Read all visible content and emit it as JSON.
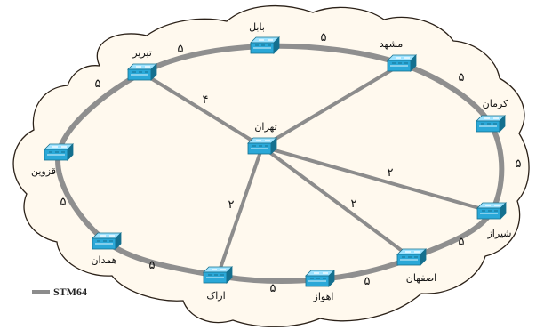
{
  "nodes": [
    {
      "id": "babol",
      "label": "بابل"
    },
    {
      "id": "tabriz",
      "label": "تبریز"
    },
    {
      "id": "mashhad",
      "label": "مشهد"
    },
    {
      "id": "kerman",
      "label": "کرمان"
    },
    {
      "id": "tehran",
      "label": "تهران"
    },
    {
      "id": "qazvin",
      "label": "قزوین"
    },
    {
      "id": "shiraz",
      "label": "شیراز"
    },
    {
      "id": "hamedan",
      "label": "همدان"
    },
    {
      "id": "isfahan",
      "label": "اصفهان"
    },
    {
      "id": "ahvaz",
      "label": "اهواز"
    },
    {
      "id": "arak",
      "label": "اراک"
    }
  ],
  "ring_links": [
    {
      "from": "tabriz",
      "to": "babol",
      "label": "۵"
    },
    {
      "from": "babol",
      "to": "mashhad",
      "label": "۵"
    },
    {
      "from": "mashhad",
      "to": "kerman",
      "label": "۵"
    },
    {
      "from": "kerman",
      "to": "shiraz",
      "label": "۵"
    },
    {
      "from": "shiraz",
      "to": "isfahan",
      "label": "۵"
    },
    {
      "from": "isfahan",
      "to": "ahvaz",
      "label": "۵"
    },
    {
      "from": "ahvaz",
      "to": "arak",
      "label": "۵"
    },
    {
      "from": "arak",
      "to": "hamedan",
      "label": "۵"
    },
    {
      "from": "hamedan",
      "to": "qazvin",
      "label": "۵"
    },
    {
      "from": "qazvin",
      "to": "tabriz",
      "label": "۵"
    }
  ],
  "spoke_links": [
    {
      "from": "tehran",
      "to": "tabriz",
      "label": "۴"
    },
    {
      "from": "tehran",
      "to": "mashhad",
      "label": ""
    },
    {
      "from": "tehran",
      "to": "shiraz",
      "label": "۲"
    },
    {
      "from": "tehran",
      "to": "isfahan",
      "label": "۲"
    },
    {
      "from": "tehran",
      "to": "arak",
      "label": "۲"
    }
  ],
  "legend": {
    "label": "STM64",
    "line_color": "#8c8c8c"
  },
  "colors": {
    "cloud_fill": "#fff9ee",
    "cloud_stroke": "#2b2118",
    "ring": "#8f8f8f",
    "spoke": "#8c8c8c",
    "router_body": "#2aa8d8",
    "router_top": "#9fe3ff",
    "router_dark": "#14708f"
  },
  "icons": {
    "router": "router-icon"
  }
}
